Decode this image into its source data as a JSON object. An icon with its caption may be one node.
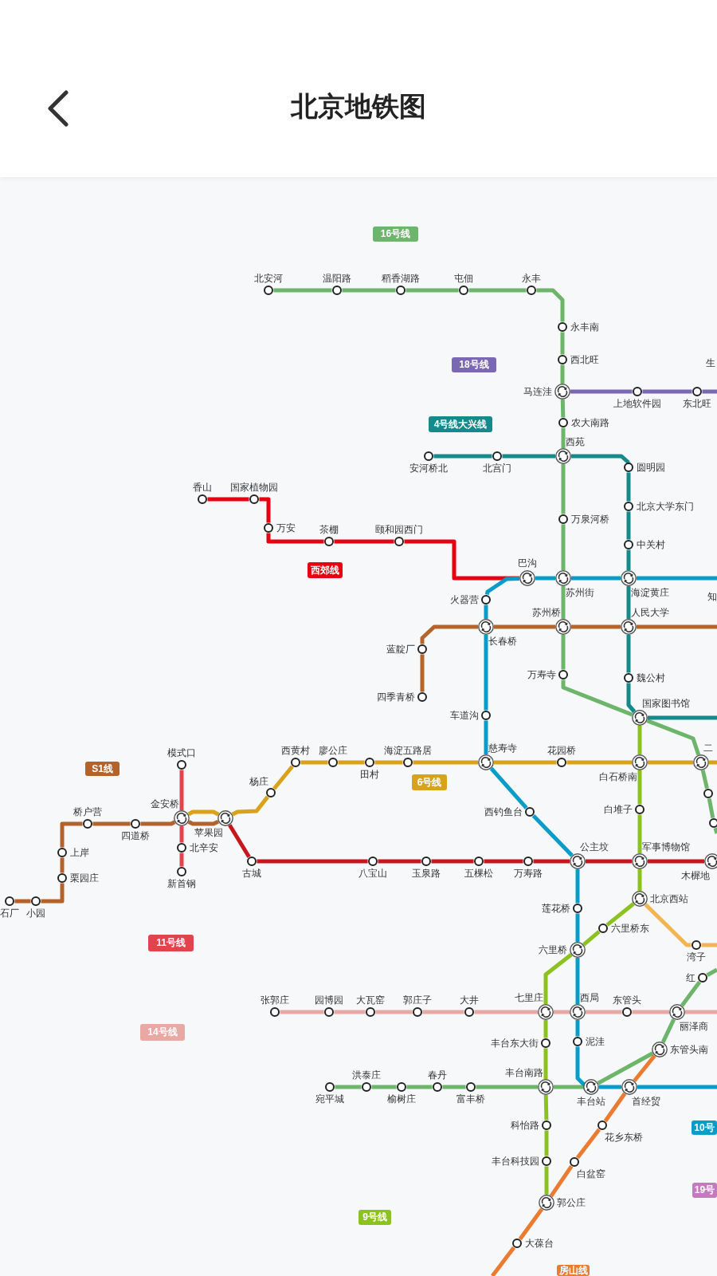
{
  "diagram": {
    "title": "北京地铁图",
    "nodes": [
      {
        "text": [],
        "shape": "circle",
        "beside": [
          "北安河"
        ]
      },
      {
        "text": [],
        "shape": "circle",
        "beside": [
          "温阳路"
        ]
      },
      {
        "text": [],
        "shape": "circle",
        "beside": [
          "稻香湖路"
        ]
      },
      {
        "text": [],
        "shape": "circle",
        "beside": [
          "屯佃"
        ]
      },
      {
        "text": [],
        "shape": "circle",
        "beside": [
          "永丰"
        ]
      },
      {
        "text": [],
        "shape": "circle",
        "beside": [
          "永丰南"
        ]
      },
      {
        "text": [],
        "shape": "circle",
        "beside": [
          "西北旺"
        ]
      },
      {
        "text": [],
        "shape": "circle",
        "beside": [
          "马连洼"
        ]
      },
      {
        "text": [],
        "shape": "circle",
        "beside": [
          "上地软件园"
        ]
      },
      {
        "text": [],
        "shape": "circle",
        "beside": [
          "东北旺"
        ]
      },
      {
        "text": [],
        "shape": "circle",
        "beside": [
          "农大南路"
        ]
      },
      {
        "text": [],
        "shape": "circle",
        "beside": [
          "西苑"
        ]
      },
      {
        "text": [],
        "shape": "circle",
        "beside": [
          "安河桥北"
        ]
      },
      {
        "text": [],
        "shape": "circle",
        "beside": [
          "北宫门"
        ]
      },
      {
        "text": [],
        "shape": "circle",
        "beside": [
          "圆明园"
        ]
      },
      {
        "text": [],
        "shape": "circle",
        "beside": [
          "北京大学东门"
        ]
      },
      {
        "text": [],
        "shape": "circle",
        "beside": [
          "中关村"
        ]
      },
      {
        "text": [],
        "shape": "circle",
        "beside": [
          "万泉河桥"
        ]
      },
      {
        "text": [],
        "shape": "circle",
        "beside": [
          "香山"
        ]
      },
      {
        "text": [],
        "shape": "circle",
        "beside": [
          "国家植物园"
        ]
      },
      {
        "text": [],
        "shape": "circle",
        "beside": [
          "万安"
        ]
      },
      {
        "text": [],
        "shape": "circle",
        "beside": [
          "茶棚"
        ]
      },
      {
        "text": [],
        "shape": "circle",
        "beside": [
          "颐和园西门"
        ]
      },
      {
        "text": [],
        "shape": "circle",
        "beside": [
          "巴沟"
        ]
      },
      {
        "text": [],
        "shape": "circle",
        "beside": [
          "苏州街"
        ]
      },
      {
        "text": [],
        "shape": "circle",
        "beside": [
          "海淀黄庄"
        ]
      },
      {
        "text": [],
        "shape": "circle",
        "beside": [
          "火器营"
        ]
      },
      {
        "text": [],
        "shape": "circle",
        "beside": [
          "苏州桥"
        ]
      },
      {
        "text": [],
        "shape": "circle",
        "beside": [
          "长春桥"
        ]
      },
      {
        "text": [],
        "shape": "circle",
        "beside": [
          "人民大学"
        ]
      },
      {
        "text": [],
        "shape": "circle",
        "beside": [
          "蓝靛厂"
        ]
      },
      {
        "text": [],
        "shape": "circle",
        "beside": [
          "四季青桥"
        ]
      },
      {
        "text": [],
        "shape": "circle",
        "beside": [
          "万寿寺"
        ]
      },
      {
        "text": [],
        "shape": "circle",
        "beside": [
          "魏公村"
        ]
      },
      {
        "text": [],
        "shape": "circle",
        "beside": [
          "车道沟"
        ]
      },
      {
        "text": [],
        "shape": "circle",
        "beside": [
          "国家图书馆"
        ]
      },
      {
        "text": [],
        "shape": "circle",
        "beside": [
          "西黄村"
        ]
      },
      {
        "text": [],
        "shape": "circle",
        "beside": [
          "廖公庄"
        ]
      },
      {
        "text": [],
        "shape": "circle",
        "beside": [
          "田村"
        ]
      },
      {
        "text": [],
        "shape": "circle",
        "beside": [
          "海淀五路居"
        ]
      },
      {
        "text": [],
        "shape": "circle",
        "beside": [
          "慈寿寺"
        ]
      },
      {
        "text": [],
        "shape": "circle",
        "beside": [
          "花园桥"
        ]
      },
      {
        "text": [],
        "shape": "circle",
        "beside": [
          "白石桥南"
        ]
      },
      {
        "text": [],
        "shape": "circle",
        "beside": [
          "二"
        ]
      },
      {
        "text": [],
        "shape": "circle"
      },
      {
        "text": [],
        "shape": "circle"
      },
      {
        "text": [],
        "shape": "circle",
        "beside": [
          "模式口"
        ]
      },
      {
        "text": [],
        "shape": "circle",
        "beside": [
          "杨庄"
        ]
      },
      {
        "text": [],
        "shape": "circle",
        "beside": [
          "白堆子"
        ]
      },
      {
        "text": [],
        "shape": "circle",
        "beside": [
          "西钓鱼台"
        ]
      },
      {
        "text": [],
        "shape": "circle",
        "beside": [
          "桥户营"
        ]
      },
      {
        "text": [],
        "shape": "circle",
        "beside": [
          "四道桥"
        ]
      },
      {
        "text": [],
        "shape": "circle",
        "beside": [
          "金安桥"
        ]
      },
      {
        "text": [],
        "shape": "circle",
        "beside": [
          "苹果园"
        ]
      },
      {
        "text": [],
        "shape": "circle",
        "beside": [
          "北辛安"
        ]
      },
      {
        "text": [],
        "shape": "circle",
        "beside": [
          "上岸"
        ]
      },
      {
        "text": [],
        "shape": "circle",
        "beside": [
          "古城"
        ]
      },
      {
        "text": [],
        "shape": "circle",
        "beside": [
          "八宝山"
        ]
      },
      {
        "text": [],
        "shape": "circle",
        "beside": [
          "玉泉路"
        ]
      },
      {
        "text": [],
        "shape": "circle",
        "beside": [
          "五棵松"
        ]
      },
      {
        "text": [],
        "shape": "circle",
        "beside": [
          "万寿路"
        ]
      },
      {
        "text": [],
        "shape": "circle",
        "beside": [
          "公主坟"
        ]
      },
      {
        "text": [],
        "shape": "circle",
        "beside": [
          "军事博物馆"
        ]
      },
      {
        "text": [],
        "shape": "circle",
        "beside": [
          "木樨地"
        ]
      },
      {
        "text": [],
        "shape": "circle",
        "beside": [
          "新首钢"
        ]
      },
      {
        "text": [],
        "shape": "circle",
        "beside": [
          "栗园庄"
        ]
      },
      {
        "text": [],
        "shape": "circle",
        "beside": [
          "石厂"
        ]
      },
      {
        "text": [],
        "shape": "circle",
        "beside": [
          "小园"
        ]
      },
      {
        "text": [],
        "shape": "circle",
        "beside": [
          "北京西站"
        ]
      },
      {
        "text": [],
        "shape": "circle",
        "beside": [
          "莲花桥"
        ]
      },
      {
        "text": [],
        "shape": "circle",
        "beside": [
          "六里桥东"
        ]
      },
      {
        "text": [],
        "shape": "circle",
        "beside": [
          "湾子"
        ]
      },
      {
        "text": [],
        "shape": "circle",
        "beside": [
          "六里桥"
        ]
      },
      {
        "text": [],
        "shape": "circle",
        "beside": [
          "红"
        ]
      },
      {
        "text": [],
        "shape": "circle",
        "beside": [
          "张郭庄"
        ]
      },
      {
        "text": [],
        "shape": "circle",
        "beside": [
          "园博园"
        ]
      },
      {
        "text": [],
        "shape": "circle",
        "beside": [
          "大瓦窑"
        ]
      },
      {
        "text": [],
        "shape": "circle",
        "beside": [
          "郭庄子"
        ]
      },
      {
        "text": [],
        "shape": "circle",
        "beside": [
          "大井"
        ]
      },
      {
        "text": [],
        "shape": "circle",
        "beside": [
          "七里庄"
        ]
      },
      {
        "text": [],
        "shape": "circle",
        "beside": [
          "西局"
        ]
      },
      {
        "text": [],
        "shape": "circle",
        "beside": [
          "东管头"
        ]
      },
      {
        "text": [],
        "shape": "circle",
        "beside": [
          "丽泽商"
        ]
      },
      {
        "text": [],
        "shape": "circle",
        "beside": [
          "丰台东大街"
        ]
      },
      {
        "text": [],
        "shape": "circle",
        "beside": [
          "泥洼"
        ]
      },
      {
        "text": [],
        "shape": "circle",
        "beside": [
          "东管头南"
        ]
      },
      {
        "text": [],
        "shape": "circle",
        "beside": [
          "宛平城"
        ]
      },
      {
        "text": [],
        "shape": "circle",
        "beside": [
          "洪泰庄"
        ]
      },
      {
        "text": [],
        "shape": "circle",
        "beside": [
          "榆树庄"
        ]
      },
      {
        "text": [],
        "shape": "circle",
        "beside": [
          "春丹"
        ]
      },
      {
        "text": [],
        "shape": "circle",
        "beside": [
          "富丰桥"
        ]
      },
      {
        "text": [],
        "shape": "circle",
        "beside": [
          "丰台南路"
        ]
      },
      {
        "text": [],
        "shape": "circle",
        "beside": [
          "丰台站"
        ]
      },
      {
        "text": [],
        "shape": "circle",
        "beside": [
          "首经贸"
        ]
      },
      {
        "text": [],
        "shape": "circle",
        "beside": [
          "科怡路"
        ]
      },
      {
        "text": [],
        "shape": "circle",
        "beside": [
          "花乡东桥"
        ]
      },
      {
        "text": [],
        "shape": "circle",
        "beside": [
          "丰台科技园"
        ]
      },
      {
        "text": [],
        "shape": "circle",
        "beside": [
          "白盆窑"
        ]
      },
      {
        "text": [],
        "shape": "circle",
        "beside": [
          "郭公庄"
        ]
      },
      {
        "text": [],
        "shape": "circle",
        "beside": [
          "大葆台"
        ]
      },
      {
        "text": [
          "16号线"
        ]
      },
      {
        "text": [
          "18号线"
        ]
      },
      {
        "text": [
          "4号线大兴线"
        ]
      },
      {
        "text": [
          "西郊线"
        ]
      },
      {
        "text": [
          "S1线"
        ]
      },
      {
        "text": [
          "6号线"
        ]
      },
      {
        "text": [
          "11号线"
        ]
      },
      {
        "text": [
          "14号线"
        ]
      },
      {
        "text": [
          "10号"
        ]
      },
      {
        "text": [
          "19号"
        ]
      },
      {
        "text": [
          "9号线"
        ]
      },
      {
        "text": [
          "房山线"
        ]
      }
    ],
    "edges": [
      {
        "from": 0,
        "to": 1,
        "arrow": "none",
        "color": "#6db56b"
      },
      {
        "from": 1,
        "to": 2,
        "arrow": "none",
        "color": "#6db56b"
      },
      {
        "from": 2,
        "to": 3,
        "arrow": "none",
        "color": "#6db56b"
      },
      {
        "from": 3,
        "to": 4,
        "arrow": "none",
        "color": "#6db56b"
      },
      {
        "from": 4,
        "to": 5,
        "arrow": "none",
        "color": "#6db56b"
      },
      {
        "from": 5,
        "to": 6,
        "arrow": "none",
        "color": "#6db56b"
      },
      {
        "from": 6,
        "to": 7,
        "arrow": "none",
        "color": "#6db56b"
      },
      {
        "from": 7,
        "to": 10,
        "arrow": "none",
        "color": "#6db56b"
      },
      {
        "from": 10,
        "to": 11,
        "arrow": "none",
        "color": "#6db56b"
      },
      {
        "from": 11,
        "to": 17,
        "arrow": "none",
        "color": "#6db56b"
      },
      {
        "from": 17,
        "to": 24,
        "arrow": "none",
        "color": "#6db56b"
      },
      {
        "from": 24,
        "to": 27,
        "arrow": "none",
        "color": "#6db56b"
      },
      {
        "from": 27,
        "to": 32,
        "arrow": "none",
        "color": "#6db56b"
      },
      {
        "from": 32,
        "to": 35,
        "arrow": "none",
        "color": "#6db56b"
      },
      {
        "from": 35,
        "to": 43,
        "arrow": "none",
        "color": "#6db56b"
      },
      {
        "from": 43,
        "to": 44,
        "arrow": "none",
        "color": "#6db56b"
      },
      {
        "from": 44,
        "to": 45,
        "arrow": "none",
        "color": "#6db56b"
      },
      {
        "from": 45,
        "to": null,
        "arrow": "none",
        "color": "#6db56b"
      },
      {
        "from": 86,
        "to": 87,
        "arrow": "none",
        "color": "#6db56b"
      },
      {
        "from": 87,
        "to": 88,
        "arrow": "none",
        "color": "#6db56b"
      },
      {
        "from": 88,
        "to": 89,
        "arrow": "none",
        "color": "#6db56b"
      },
      {
        "from": 89,
        "to": 90,
        "arrow": "none",
        "color": "#6db56b"
      },
      {
        "from": 90,
        "to": 91,
        "arrow": "none",
        "color": "#6db56b"
      },
      {
        "from": 91,
        "to": 92,
        "arrow": "none",
        "color": "#6db56b"
      },
      {
        "from": 92,
        "to": 85,
        "arrow": "none",
        "color": "#6db56b"
      },
      {
        "from": 85,
        "to": 82,
        "arrow": "none",
        "color": "#6db56b"
      },
      {
        "from": 82,
        "to": 73,
        "arrow": "none",
        "color": "#6db56b"
      },
      {
        "from": 73,
        "to": null,
        "arrow": "none",
        "color": "#6db56b"
      },
      {
        "from": 7,
        "to": 8,
        "arrow": "none",
        "color": "#7b68b3"
      },
      {
        "from": 8,
        "to": 9,
        "arrow": "none",
        "color": "#7b68b3"
      },
      {
        "from": 9,
        "to": null,
        "arrow": "none",
        "color": "#7b68b3"
      },
      {
        "from": 12,
        "to": 13,
        "arrow": "none",
        "color": "#148a8c"
      },
      {
        "from": 13,
        "to": 11,
        "arrow": "none",
        "color": "#148a8c"
      },
      {
        "from": 11,
        "to": 14,
        "arrow": "none",
        "color": "#148a8c"
      },
      {
        "from": 14,
        "to": 15,
        "arrow": "none",
        "color": "#148a8c"
      },
      {
        "from": 15,
        "to": 16,
        "arrow": "none",
        "color": "#148a8c"
      },
      {
        "from": 16,
        "to": 25,
        "arrow": "none",
        "color": "#148a8c"
      },
      {
        "from": 25,
        "to": 29,
        "arrow": "none",
        "color": "#148a8c"
      },
      {
        "from": 29,
        "to": 33,
        "arrow": "none",
        "color": "#148a8c"
      },
      {
        "from": 33,
        "to": 35,
        "arrow": "none",
        "color": "#148a8c"
      },
      {
        "from": 35,
        "to": null,
        "arrow": "none",
        "color": "#148a8c"
      },
      {
        "from": 18,
        "to": 19,
        "arrow": "none",
        "color": "#e60012"
      },
      {
        "from": 19,
        "to": 20,
        "arrow": "none",
        "color": "#e60012"
      },
      {
        "from": 20,
        "to": 21,
        "arrow": "none",
        "color": "#e60012"
      },
      {
        "from": 21,
        "to": 22,
        "arrow": "none",
        "color": "#e60012"
      },
      {
        "from": 22,
        "to": 23,
        "arrow": "none",
        "color": "#e60012"
      },
      {
        "from": 23,
        "to": 24,
        "arrow": "none",
        "color": "#0a9cc8"
      },
      {
        "from": 24,
        "to": 25,
        "arrow": "none",
        "color": "#0a9cc8"
      },
      {
        "from": 25,
        "to": null,
        "arrow": "none",
        "color": "#0a9cc8"
      },
      {
        "from": 23,
        "to": 26,
        "arrow": "none",
        "color": "#0a9cc8"
      },
      {
        "from": 26,
        "to": 28,
        "arrow": "none",
        "color": "#0a9cc8"
      },
      {
        "from": 28,
        "to": 34,
        "arrow": "none",
        "color": "#0a9cc8"
      },
      {
        "from": 34,
        "to": 40,
        "arrow": "none",
        "color": "#0a9cc8"
      },
      {
        "from": 40,
        "to": 49,
        "arrow": "none",
        "color": "#0a9cc8"
      },
      {
        "from": 49,
        "to": 61,
        "arrow": "none",
        "color": "#0a9cc8"
      },
      {
        "from": 61,
        "to": 69,
        "arrow": "none",
        "color": "#0a9cc8"
      },
      {
        "from": 69,
        "to": 72,
        "arrow": "none",
        "color": "#0a9cc8"
      },
      {
        "from": 72,
        "to": 80,
        "arrow": "none",
        "color": "#0a9cc8"
      },
      {
        "from": 80,
        "to": 84,
        "arrow": "none",
        "color": "#0a9cc8"
      },
      {
        "from": 84,
        "to": 92,
        "arrow": "none",
        "color": "#0a9cc8"
      },
      {
        "from": 92,
        "to": 93,
        "arrow": "none",
        "color": "#0a9cc8"
      },
      {
        "from": 93,
        "to": null,
        "arrow": "none",
        "color": "#0a9cc8"
      },
      {
        "from": 31,
        "to": 30,
        "arrow": "none",
        "color": "#b5652b"
      },
      {
        "from": 30,
        "to": 28,
        "arrow": "none",
        "color": "#b5652b"
      },
      {
        "from": 28,
        "to": 27,
        "arrow": "none",
        "color": "#b5652b"
      },
      {
        "from": 27,
        "to": 29,
        "arrow": "none",
        "color": "#b5652b"
      },
      {
        "from": 29,
        "to": null,
        "arrow": "none",
        "color": "#b5652b"
      },
      {
        "from": 52,
        "to": 53,
        "arrow": "none",
        "color": "#d9a21b"
      },
      {
        "from": 53,
        "to": 47,
        "arrow": "none",
        "color": "#d9a21b"
      },
      {
        "from": 47,
        "to": 36,
        "arrow": "none",
        "color": "#d9a21b"
      },
      {
        "from": 36,
        "to": 37,
        "arrow": "none",
        "color": "#d9a21b"
      },
      {
        "from": 37,
        "to": 38,
        "arrow": "none",
        "color": "#d9a21b"
      },
      {
        "from": 38,
        "to": 39,
        "arrow": "none",
        "color": "#d9a21b"
      },
      {
        "from": 39,
        "to": 40,
        "arrow": "none",
        "color": "#d9a21b"
      },
      {
        "from": 40,
        "to": 41,
        "arrow": "none",
        "color": "#d9a21b"
      },
      {
        "from": 41,
        "to": 42,
        "arrow": "none",
        "color": "#d9a21b"
      },
      {
        "from": 42,
        "to": 43,
        "arrow": "none",
        "color": "#d9a21b"
      },
      {
        "from": 43,
        "to": null,
        "arrow": "none",
        "color": "#d9a21b"
      },
      {
        "from": 46,
        "to": 52,
        "arrow": "none",
        "color": "#e3444c"
      },
      {
        "from": 52,
        "to": 54,
        "arrow": "none",
        "color": "#e3444c"
      },
      {
        "from": 54,
        "to": 64,
        "arrow": "none",
        "color": "#e3444c"
      },
      {
        "from": 66,
        "to": 67,
        "arrow": "none",
        "color": "#b4622a"
      },
      {
        "from": 67,
        "to": 65,
        "arrow": "none",
        "color": "#b4622a"
      },
      {
        "from": 65,
        "to": 55,
        "arrow": "none",
        "color": "#b4622a"
      },
      {
        "from": 55,
        "to": 50,
        "arrow": "none",
        "color": "#b4622a"
      },
      {
        "from": 50,
        "to": 51,
        "arrow": "none",
        "color": "#b4622a"
      },
      {
        "from": 51,
        "to": 52,
        "arrow": "none",
        "color": "#b4622a"
      },
      {
        "from": 52,
        "to": 53,
        "arrow": "none",
        "color": "#b4622a"
      },
      {
        "from": 53,
        "to": 56,
        "arrow": "none",
        "color": "#c6161e"
      },
      {
        "from": 56,
        "to": 57,
        "arrow": "none",
        "color": "#c6161e"
      },
      {
        "from": 57,
        "to": 58,
        "arrow": "none",
        "color": "#c6161e"
      },
      {
        "from": 58,
        "to": 59,
        "arrow": "none",
        "color": "#c6161e"
      },
      {
        "from": 59,
        "to": 60,
        "arrow": "none",
        "color": "#c6161e"
      },
      {
        "from": 60,
        "to": 61,
        "arrow": "none",
        "color": "#c6161e"
      },
      {
        "from": 61,
        "to": 62,
        "arrow": "none",
        "color": "#c6161e"
      },
      {
        "from": 62,
        "to": 63,
        "arrow": "none",
        "color": "#c6161e"
      },
      {
        "from": 35,
        "to": 42,
        "arrow": "none",
        "color": "#8cc220"
      },
      {
        "from": 42,
        "to": 48,
        "arrow": "none",
        "color": "#8cc220"
      },
      {
        "from": 48,
        "to": 62,
        "arrow": "none",
        "color": "#8cc220"
      },
      {
        "from": 62,
        "to": 68,
        "arrow": "none",
        "color": "#8cc220"
      },
      {
        "from": 68,
        "to": 70,
        "arrow": "none",
        "color": "#8cc220"
      },
      {
        "from": 70,
        "to": 72,
        "arrow": "none",
        "color": "#8cc220"
      },
      {
        "from": 72,
        "to": 79,
        "arrow": "none",
        "color": "#8cc220"
      },
      {
        "from": 79,
        "to": 83,
        "arrow": "none",
        "color": "#8cc220"
      },
      {
        "from": 83,
        "to": 91,
        "arrow": "none",
        "color": "#8cc220"
      },
      {
        "from": 91,
        "to": 94,
        "arrow": "none",
        "color": "#8cc220"
      },
      {
        "from": 94,
        "to": 96,
        "arrow": "none",
        "color": "#8cc220"
      },
      {
        "from": 96,
        "to": 98,
        "arrow": "none",
        "color": "#8cc220"
      },
      {
        "from": 68,
        "to": 71,
        "arrow": "none",
        "color": "#f2b552"
      },
      {
        "from": 71,
        "to": null,
        "arrow": "none",
        "color": "#f2b552"
      },
      {
        "from": 74,
        "to": 75,
        "arrow": "none",
        "color": "#e8a8a4"
      },
      {
        "from": 75,
        "to": 76,
        "arrow": "none",
        "color": "#e8a8a4"
      },
      {
        "from": 76,
        "to": 77,
        "arrow": "none",
        "color": "#e8a8a4"
      },
      {
        "from": 77,
        "to": 78,
        "arrow": "none",
        "color": "#e8a8a4"
      },
      {
        "from": 78,
        "to": 79,
        "arrow": "none",
        "color": "#e8a8a4"
      },
      {
        "from": 79,
        "to": 80,
        "arrow": "none",
        "color": "#e8a8a4"
      },
      {
        "from": 80,
        "to": 81,
        "arrow": "none",
        "color": "#e8a8a4"
      },
      {
        "from": 81,
        "to": 82,
        "arrow": "none",
        "color": "#e8a8a4"
      },
      {
        "from": 82,
        "to": null,
        "arrow": "none",
        "color": "#e8a8a4"
      },
      {
        "from": 85,
        "to": 93,
        "arrow": "none",
        "color": "#ea7b30"
      },
      {
        "from": 93,
        "to": 95,
        "arrow": "none",
        "color": "#ea7b30"
      },
      {
        "from": 95,
        "to": 97,
        "arrow": "none",
        "color": "#ea7b30"
      },
      {
        "from": 97,
        "to": 98,
        "arrow": "none",
        "color": "#ea7b30"
      },
      {
        "from": 98,
        "to": 99,
        "arrow": "none",
        "color": "#ea7b30"
      },
      {
        "from": 99,
        "to": null,
        "arrow": "none",
        "color": "#ea7b30"
      }
    ],
    "labels": [
      "生",
      "知"
    ]
  }
}
